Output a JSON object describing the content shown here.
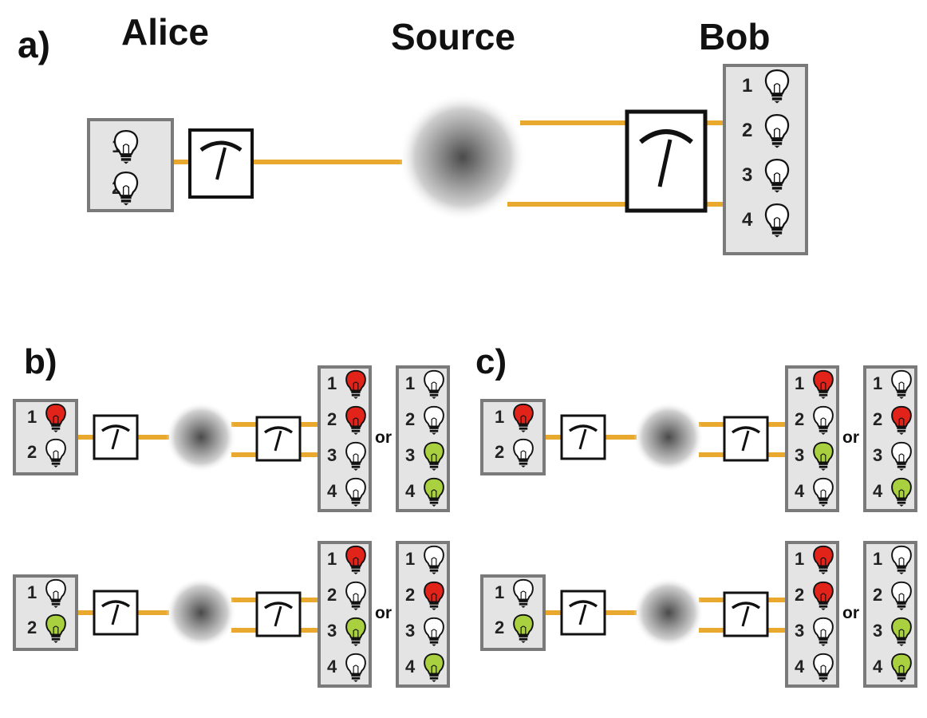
{
  "labels": {
    "panel_a": "a)",
    "panel_b": "b)",
    "panel_c": "c)",
    "alice": "Alice",
    "source": "Source",
    "bob": "Bob",
    "or": "or"
  },
  "colors": {
    "wire": "#e9a92e",
    "red": "#e2231a",
    "green": "#a9d13f",
    "off": "#ffffff",
    "panel_fill": "#e4e4e4",
    "panel_border": "#7a7a7a"
  },
  "setup_a": {
    "alice": [
      {
        "n": "1",
        "state": "off"
      },
      {
        "n": "2",
        "state": "off"
      }
    ],
    "bob": [
      {
        "n": "1",
        "state": "off"
      },
      {
        "n": "2",
        "state": "off"
      },
      {
        "n": "3",
        "state": "off"
      },
      {
        "n": "4",
        "state": "off"
      }
    ]
  },
  "scenarios": {
    "b_top": {
      "alice": [
        {
          "n": "1",
          "state": "red"
        },
        {
          "n": "2",
          "state": "off"
        }
      ],
      "bob_1": [
        {
          "n": "1",
          "state": "red"
        },
        {
          "n": "2",
          "state": "red"
        },
        {
          "n": "3",
          "state": "off"
        },
        {
          "n": "4",
          "state": "off"
        }
      ],
      "bob_2": [
        {
          "n": "1",
          "state": "off"
        },
        {
          "n": "2",
          "state": "off"
        },
        {
          "n": "3",
          "state": "green"
        },
        {
          "n": "4",
          "state": "green"
        }
      ]
    },
    "b_bottom": {
      "alice": [
        {
          "n": "1",
          "state": "off"
        },
        {
          "n": "2",
          "state": "green"
        }
      ],
      "bob_1": [
        {
          "n": "1",
          "state": "red"
        },
        {
          "n": "2",
          "state": "off"
        },
        {
          "n": "3",
          "state": "green"
        },
        {
          "n": "4",
          "state": "off"
        }
      ],
      "bob_2": [
        {
          "n": "1",
          "state": "off"
        },
        {
          "n": "2",
          "state": "red"
        },
        {
          "n": "3",
          "state": "off"
        },
        {
          "n": "4",
          "state": "green"
        }
      ]
    },
    "c_top": {
      "alice": [
        {
          "n": "1",
          "state": "red"
        },
        {
          "n": "2",
          "state": "off"
        }
      ],
      "bob_1": [
        {
          "n": "1",
          "state": "red"
        },
        {
          "n": "2",
          "state": "off"
        },
        {
          "n": "3",
          "state": "green"
        },
        {
          "n": "4",
          "state": "off"
        }
      ],
      "bob_2": [
        {
          "n": "1",
          "state": "off"
        },
        {
          "n": "2",
          "state": "red"
        },
        {
          "n": "3",
          "state": "off"
        },
        {
          "n": "4",
          "state": "green"
        }
      ]
    },
    "c_bottom": {
      "alice": [
        {
          "n": "1",
          "state": "off"
        },
        {
          "n": "2",
          "state": "green"
        }
      ],
      "bob_1": [
        {
          "n": "1",
          "state": "red"
        },
        {
          "n": "2",
          "state": "red"
        },
        {
          "n": "3",
          "state": "off"
        },
        {
          "n": "4",
          "state": "off"
        }
      ],
      "bob_2": [
        {
          "n": "1",
          "state": "off"
        },
        {
          "n": "2",
          "state": "off"
        },
        {
          "n": "3",
          "state": "green"
        },
        {
          "n": "4",
          "state": "green"
        }
      ]
    }
  }
}
